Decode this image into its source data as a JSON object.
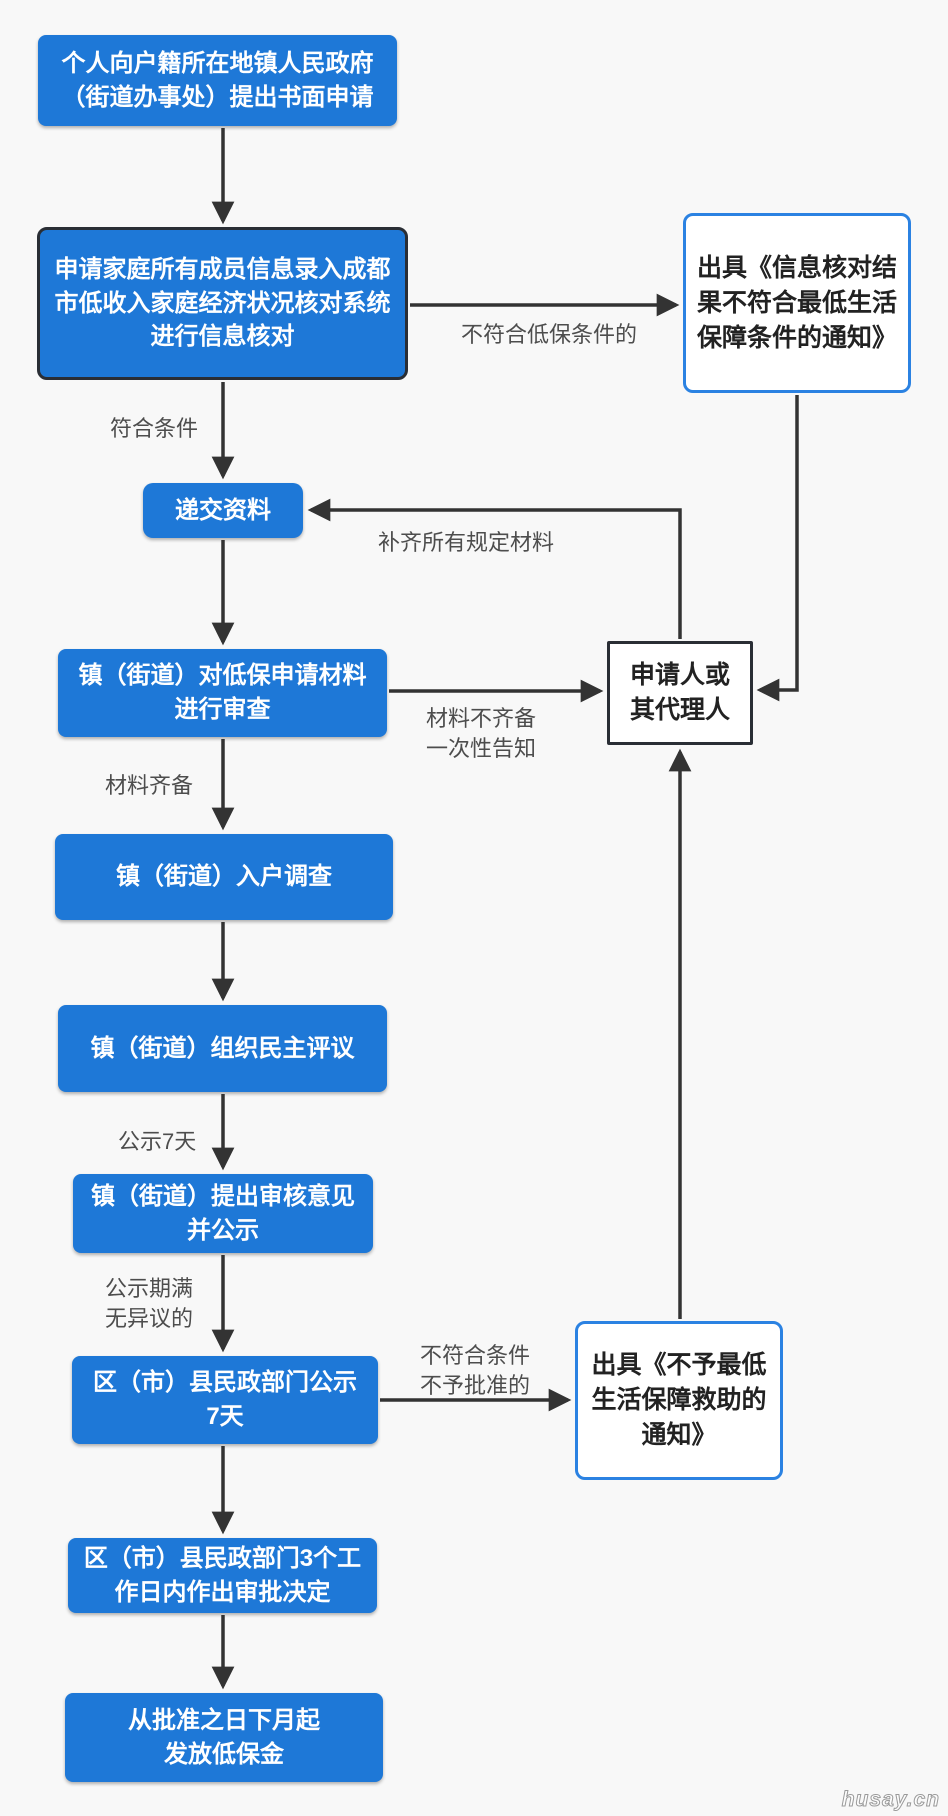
{
  "colors": {
    "background": "#f8f8f8",
    "node_blue": "#1e78d7",
    "node_dark_border": "#2a2e35",
    "node_blue_border": "#2b82e2",
    "arrow": "#333333",
    "edge_label_text": "#4d4d4d"
  },
  "flowchart": {
    "nodes": {
      "apply": {
        "text": "个人向户籍所在地镇人民政府\n（街道办事处）提出书面申请"
      },
      "verify": {
        "text": "申请家庭所有成员信息录入成都\n市低收入家庭经济状况核对系统\n进行信息核对"
      },
      "notice_not_qualified": {
        "text": "出具《信息核对结\n果不符合最低生活\n保障条件的通知》"
      },
      "submit_materials": {
        "text": "递交资料"
      },
      "material_review": {
        "text": "镇（街道）对低保申请材料\n进行审查"
      },
      "applicant": {
        "text": "申请人或\n其代理人"
      },
      "household_survey": {
        "text": "镇（街道）入户调查"
      },
      "democratic_appraisal": {
        "text": "镇（街道）组织民主评议"
      },
      "audit_opinion": {
        "text": "镇（街道）提出审核意见\n并公示"
      },
      "district_publicity": {
        "text": "区（市）县民政部门公示\n7天"
      },
      "notice_no_assistance": {
        "text": "出具《不予最低\n生活保障救助的\n通知》"
      },
      "approval_decision": {
        "text": "区（市）县民政部门3个工\n作日内作出审批决定"
      },
      "grant_allowance": {
        "text": "从批准之日下月起\n发放低保金"
      }
    },
    "edge_labels": {
      "not_meet_dibao": "不符合低保条件的",
      "meet_condition": "符合条件",
      "supplement_materials": "补齐所有规定材料",
      "materials_incomplete": "材料不齐备\n一次性告知",
      "materials_complete": "材料齐备",
      "publicity_7_days": "公示7天",
      "publicity_expired": "公示期满\n无异议的",
      "not_approved": "不符合条件\n不予批准的"
    }
  },
  "watermark": "husay.cn"
}
